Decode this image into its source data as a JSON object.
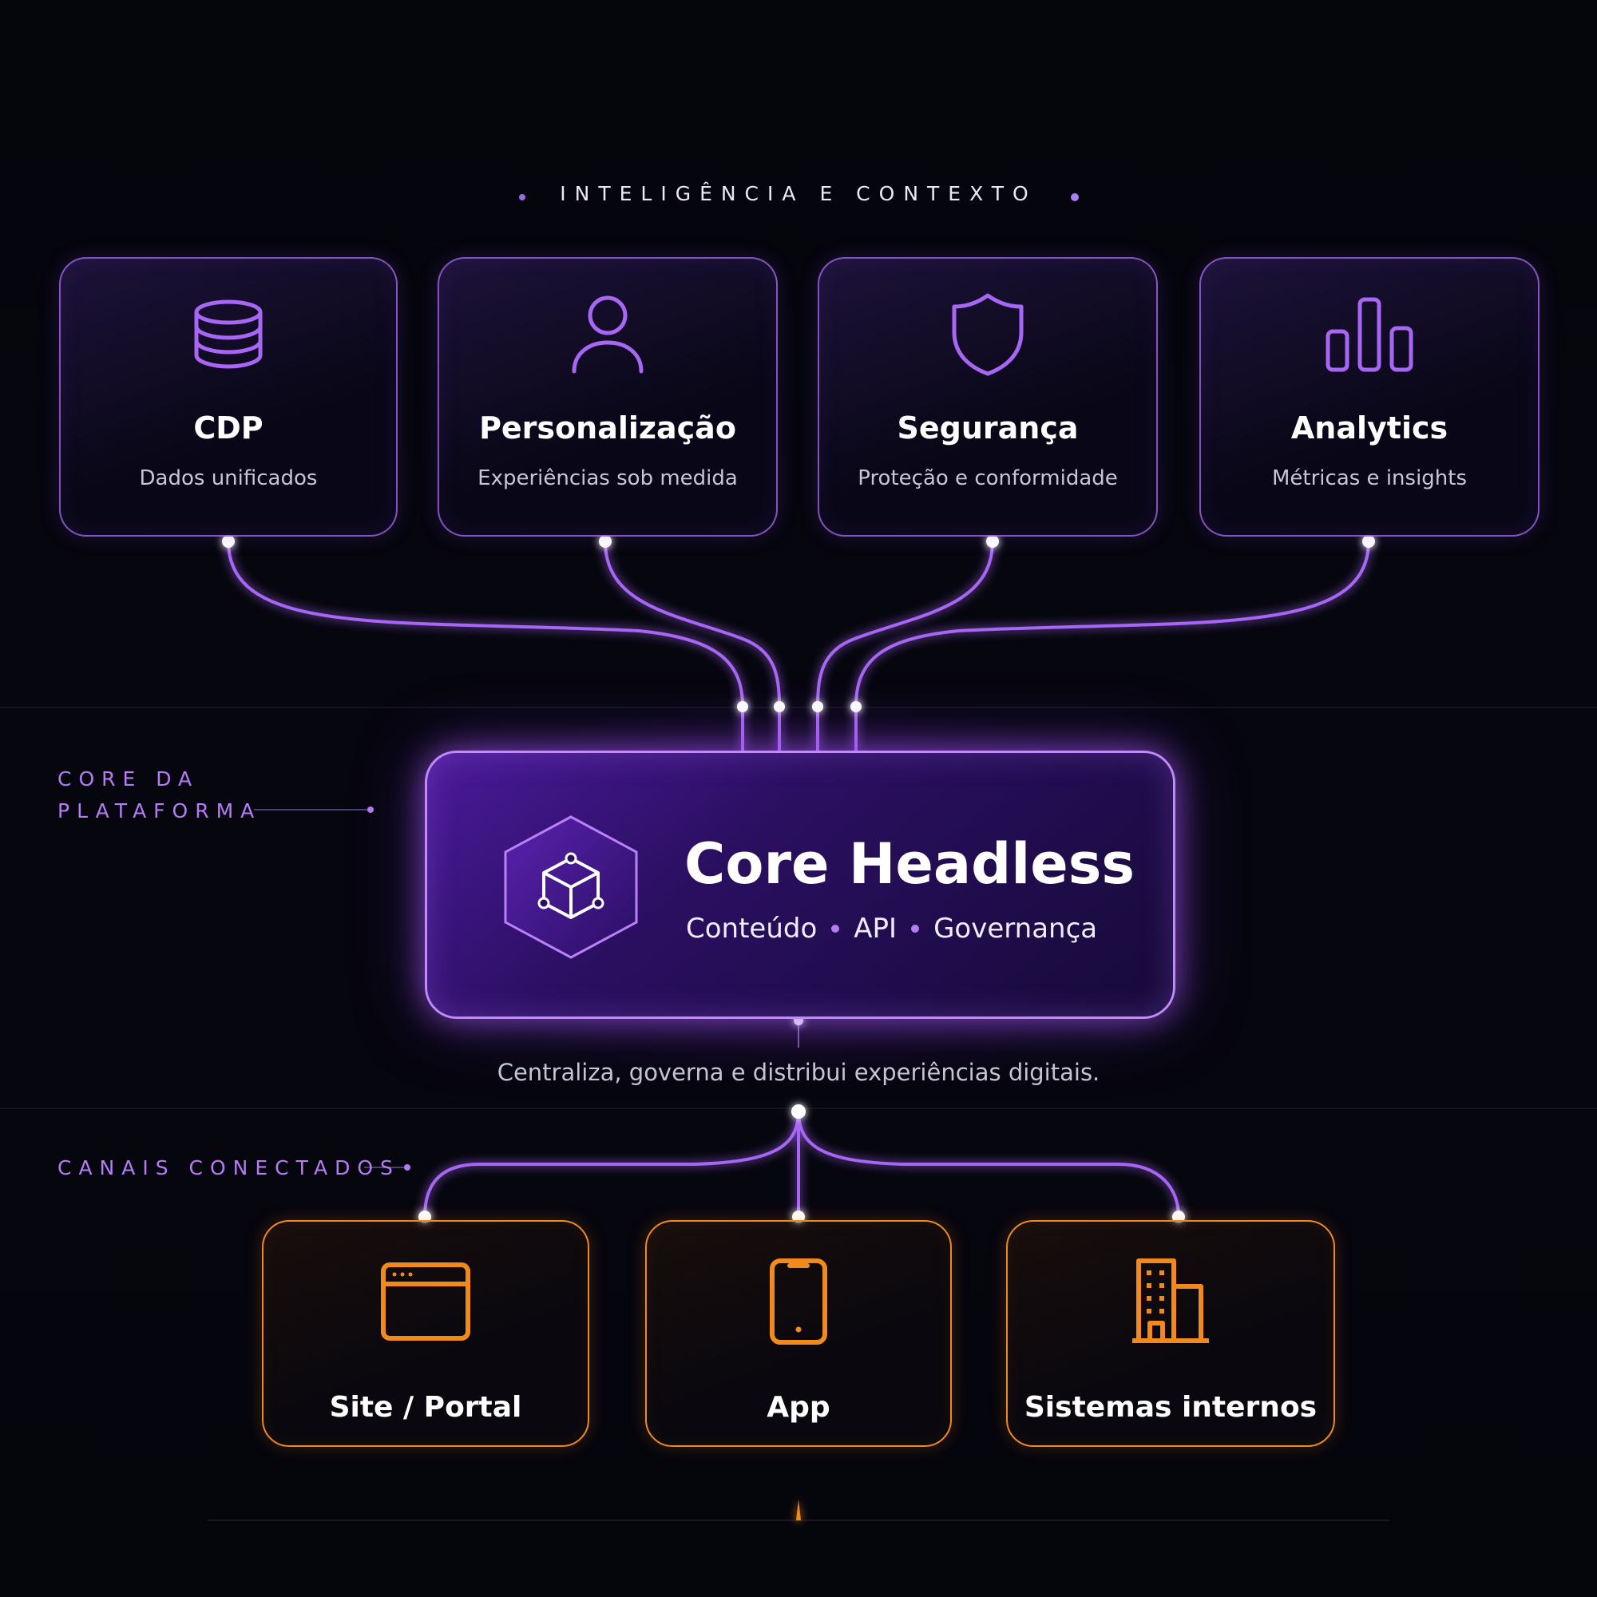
{
  "sections": {
    "top": "INTELIGÊNCIA E CONTEXTO",
    "core_line1": "CORE DA",
    "core_line2": "PLATAFORMA",
    "channels": "CANAIS CONECTADOS"
  },
  "intelligence_cards": [
    {
      "title": "CDP",
      "subtitle": "Dados unificados",
      "icon": "database-icon"
    },
    {
      "title": "Personalização",
      "subtitle": "Experiências sob medida",
      "icon": "user-icon"
    },
    {
      "title": "Segurança",
      "subtitle": "Proteção e conformidade",
      "icon": "shield-icon"
    },
    {
      "title": "Analytics",
      "subtitle": "Métricas e insights",
      "icon": "bar-chart-icon"
    }
  ],
  "core": {
    "title": "Core Headless",
    "tags": [
      "Conteúdo",
      "API",
      "Governança"
    ],
    "icon": "cube-icon",
    "tagline": "Centraliza, governa e distribui experiências digitais."
  },
  "channels": [
    {
      "title": "Site / Portal",
      "icon": "browser-window-icon"
    },
    {
      "title": "App",
      "icon": "smartphone-icon"
    },
    {
      "title": "Sistemas internos",
      "icon": "building-icon"
    }
  ],
  "colors": {
    "background": "#05050c",
    "purple_accent": "#a866f5",
    "purple_light": "#c08af9",
    "orange_accent": "#f08a1c",
    "text_primary": "#ffffff",
    "text_muted": "#c7c3d4"
  }
}
